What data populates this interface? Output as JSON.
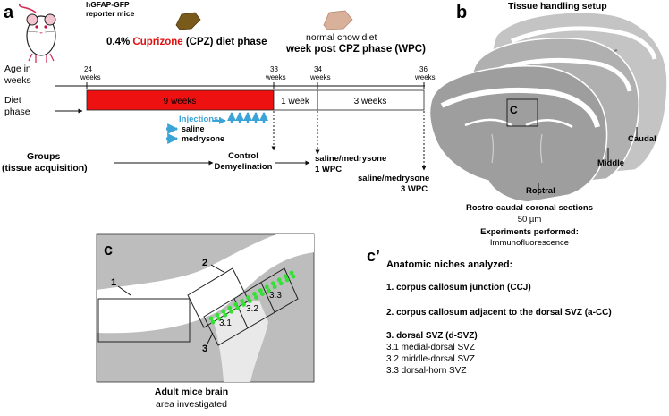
{
  "panel_a": {
    "label": "a",
    "mouse_caption": [
      "hGFAP-GFP",
      "reporter mice"
    ],
    "diet_title_pre": "0.4% ",
    "diet_title_red": "Cuprizone",
    "diet_title_post": " (CPZ) diet phase",
    "normal_chow": "normal chow diet",
    "wpc_title": "week post CPZ phase (WPC)",
    "age_label": [
      "Age in",
      "weeks"
    ],
    "diet_label": [
      "Diet",
      "phase"
    ],
    "ticks": [
      {
        "num": "24",
        "unit": "weeks"
      },
      {
        "num": "33",
        "unit": "weeks"
      },
      {
        "num": "34",
        "unit": "weeks"
      },
      {
        "num": "36",
        "unit": "weeks"
      }
    ],
    "seg_9": "9 weeks",
    "seg_1": "1 week",
    "seg_3": "3 weeks",
    "injections_title": "Injections:",
    "inj_saline": "saline",
    "inj_medrysone": "medrysone",
    "groups_label": [
      "Groups",
      "(tissue acquisition)"
    ],
    "group_control": [
      "Control",
      "Demyelination"
    ],
    "group_1wpc": [
      "saline/medrysone",
      "1 WPC"
    ],
    "group_3wpc": [
      "saline/medrysone",
      "3 WPC"
    ],
    "colors": {
      "cpz_bar": "#ee1111",
      "injection": "#3aa3d8",
      "cuprizone_text": "#e01010"
    }
  },
  "panel_b": {
    "label": "b",
    "title": "Tissue handling setup",
    "box_label": "C",
    "rostral": "Rostral",
    "middle": "Middle",
    "caudal": "Caudal",
    "sections_title": "Rostro-caudal coronal sections",
    "sections_thickness": "50 µm",
    "experiments_title": "Experiments performed:",
    "experiments_value": "Immunofluorescence"
  },
  "panel_c": {
    "label": "c",
    "region_labels": [
      "1",
      "2",
      "3",
      "3.1",
      "3.2",
      "3.3"
    ],
    "caption_title": "Adult mice brain",
    "caption_sub": "area investigated"
  },
  "panel_c_prime": {
    "label": "c’",
    "title": "Anatomic niches analyzed:",
    "item1": "1. corpus callosum junction (CCJ)",
    "item2": "2. corpus callosum adjacent to the dorsal SVZ (a-CC)",
    "item3": "3. dorsal SVZ (d-SVZ)",
    "sub_items": [
      "3.1 medial-dorsal SVZ",
      "3.2 middle-dorsal SVZ",
      "3.3 dorsal-horn SVZ"
    ]
  }
}
